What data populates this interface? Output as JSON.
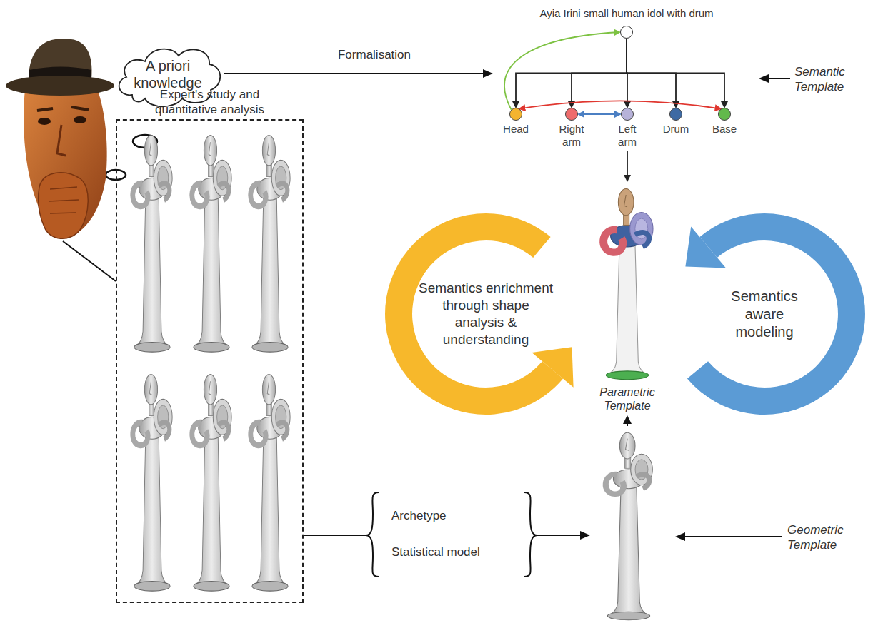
{
  "diagram": {
    "nodes": [
      {
        "text": [
          "A priori knowledge"
        ]
      },
      {
        "text": [
          "Ayia Irini small human idol with drum"
        ]
      },
      {
        "text": [
          "Head"
        ]
      },
      {
        "text": [
          "Right arm"
        ]
      },
      {
        "text": [
          "Left arm"
        ]
      },
      {
        "text": [
          "Drum"
        ]
      },
      {
        "text": [
          "Base"
        ]
      },
      {
        "text": [
          "Parametric Template"
        ]
      },
      {
        "text": [
          "Expert's study and quantitative analysis"
        ]
      }
    ],
    "edges": [
      {
        "from": 1,
        "to": 2,
        "arrow": "to"
      },
      {
        "from": 1,
        "to": 3,
        "arrow": "to"
      },
      {
        "from": 1,
        "to": 4,
        "arrow": "to"
      },
      {
        "from": 1,
        "to": 5,
        "arrow": "to"
      },
      {
        "from": 1,
        "to": 6,
        "arrow": "to"
      },
      {
        "from": 2,
        "to": 1,
        "arrow": "to"
      },
      {
        "from": 2,
        "to": 6,
        "arrow": "both"
      },
      {
        "from": 3,
        "to": 4,
        "arrow": "both"
      },
      {
        "from": 4,
        "to": 7,
        "arrow": "to"
      }
    ],
    "labels": [
      "Formalisation",
      "Semantic Template",
      "Semantics enrichment through shape analysis & understanding",
      "Semantics aware modeling",
      "Archetype",
      "Statistical model",
      "Geometric Template"
    ]
  }
}
